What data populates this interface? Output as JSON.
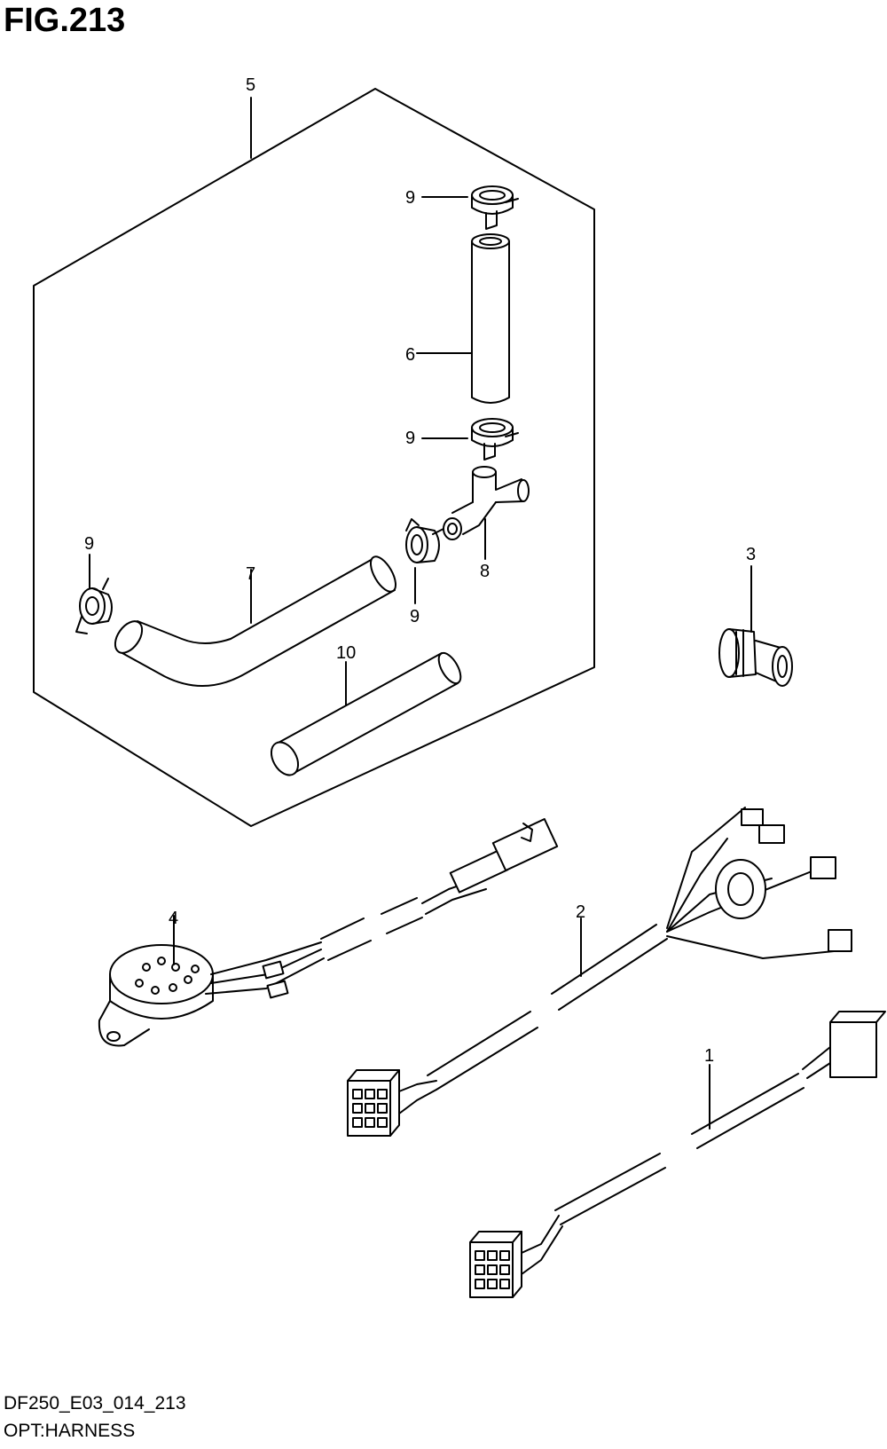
{
  "figure": {
    "title": "FIG.213",
    "code": "DF250_E03_014_213",
    "name": "OPT:HARNESS"
  },
  "callouts": [
    {
      "id": "label-5",
      "text": "5"
    },
    {
      "id": "label-9a",
      "text": "9"
    },
    {
      "id": "label-6",
      "text": "6"
    },
    {
      "id": "label-9b",
      "text": "9"
    },
    {
      "id": "label-9c",
      "text": "9"
    },
    {
      "id": "label-7",
      "text": "7"
    },
    {
      "id": "label-9d",
      "text": "9"
    },
    {
      "id": "label-8",
      "text": "8"
    },
    {
      "id": "label-10",
      "text": "10"
    },
    {
      "id": "label-3",
      "text": "3"
    },
    {
      "id": "label-4",
      "text": "4"
    },
    {
      "id": "label-2",
      "text": "2"
    },
    {
      "id": "label-1",
      "text": "1"
    }
  ]
}
